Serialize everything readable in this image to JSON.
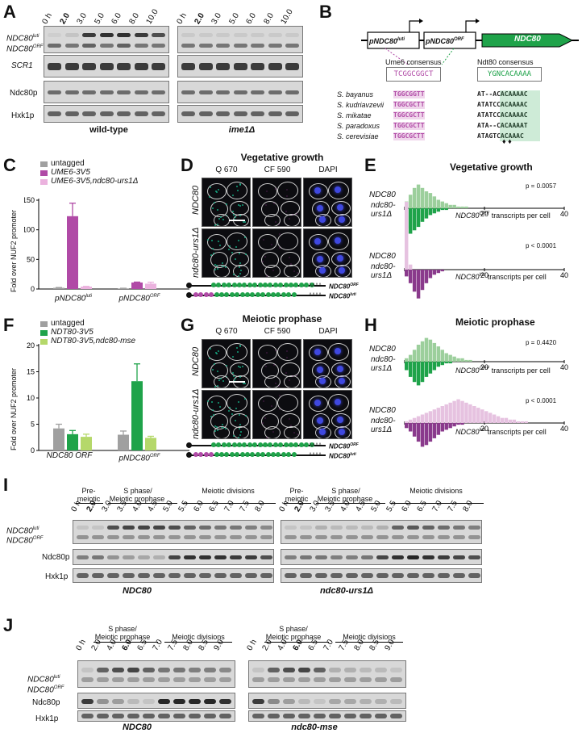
{
  "panels": {
    "a": "A",
    "b": "B",
    "c": "C",
    "d": "D",
    "e": "E",
    "f": "F",
    "g": "G",
    "h": "H",
    "i": "I",
    "j": "J"
  },
  "panelA": {
    "timepoints": [
      "0 h",
      "2.0",
      "3.0",
      "5.0",
      "6.0",
      "8.0",
      "10.0"
    ],
    "row_luti": "NDC80",
    "row_luti_sup": "luti",
    "row_orf": "NDC80",
    "row_orf_sup": "ORF",
    "row_scr1": "SCR1",
    "row_ndc80p": "Ndc80p",
    "row_hxk1p": "Hxk1p",
    "strain_wt": "wild-type",
    "strain_ime1": "ime1Δ"
  },
  "panelB": {
    "prom_luti": "pNDC80",
    "prom_luti_sup": "luti",
    "prom_orf": "pNDC80",
    "prom_orf_sup": "ORF",
    "gene": "NDC80",
    "ume6_title": "Ume6 consensus",
    "ume6_seq": "TCGGCGGCT",
    "ndt80_title": "Ndt80 consensus",
    "ndt80_seq": "YGNCACAAAA",
    "species": [
      "S. bayanus",
      "S. kudriavzevii",
      "S. mikatae",
      "S. paradoxus",
      "S. cerevisiae"
    ],
    "ume6_seqs": [
      "TGGCGGTT",
      "TGGCGCTT",
      "TGGCGCTT",
      "TGGCGCTT",
      "TGGCGCTT"
    ],
    "ndt80_seqs": [
      "AT--ACACAAAAC",
      "ATATCCACAAAAC",
      "ATATCCACAAAAC",
      "ATA--CACAAAAT",
      "ATAGTCACAAAC"
    ],
    "diamonds": "♦ ♦"
  },
  "panelC": {
    "ylabel": "Fold over NUF2 promoter",
    "legend": [
      "untagged",
      "UME6-3V5",
      "UME6-3V5,ndc80-urs1Δ"
    ],
    "colors": [
      "#a0a0a0",
      "#b04aa6",
      "#ebb2de"
    ],
    "chart_data": {
      "type": "bar",
      "categories": [
        "pNDC80luti",
        "pNDC80ORF"
      ],
      "series": [
        {
          "name": "untagged",
          "values": [
            2,
            1
          ],
          "err": [
            0.5,
            0.3
          ]
        },
        {
          "name": "UME6-3V5",
          "values": [
            123,
            11
          ],
          "err": [
            22,
            0.7
          ]
        },
        {
          "name": "UME6-3V5,ndc80-urs1Δ",
          "values": [
            4,
            9
          ],
          "err": [
            0.5,
            2.5
          ]
        }
      ],
      "yticks": [
        "0",
        "50",
        "100",
        "150"
      ],
      "ylim": [
        0,
        150
      ]
    },
    "cat1": "pNDC80",
    "cat1_sup": "luti",
    "cat2": "pNDC80",
    "cat2_sup": "ORF"
  },
  "panelD": {
    "title": "Vegetative growth",
    "cols": [
      "Q 670",
      "CF 590",
      "DAPI"
    ],
    "rows": [
      "NDC80",
      "ndc80-urs1Δ"
    ],
    "orf_label": "NDC80",
    "orf_sup": "ORF",
    "luti_label": "NDC80",
    "luti_sup": "luti",
    "polyA": "AAAA"
  },
  "panelE": {
    "title": "Vegetative growth",
    "row1_top": "NDC80",
    "row1_bot": "ndc80-",
    "row1_bot2": "urs1Δ",
    "p1": "p = 0.0057",
    "axis1": "NDC80",
    "axis1_sup": "ORF",
    "axis_suffix": " transcripts per cell",
    "p2": "p < 0.0001",
    "axis2": "NDC80",
    "axis2_sup": "luti",
    "ticks": [
      "0",
      "20",
      "40"
    ],
    "chart_data": {
      "type": "bar",
      "x_range": [
        0,
        40
      ],
      "orf_wt": [
        4,
        8,
        12,
        14,
        12,
        10,
        9,
        7,
        5,
        4,
        3,
        2,
        2,
        1,
        1,
        1
      ],
      "orf_mut": [
        12,
        15,
        13,
        11,
        8,
        6,
        4,
        3,
        2,
        1,
        1
      ],
      "luti_wt": [
        40,
        3
      ],
      "luti_mut": [
        4,
        8,
        13,
        17,
        12,
        8,
        5,
        3,
        2,
        1
      ]
    }
  },
  "panelF": {
    "ylabel": "Fold over NUF2 promoter",
    "legend": [
      "untagged",
      "NDT80-3V5",
      "NDT80-3V5,ndc80-mse"
    ],
    "colors": [
      "#a0a0a0",
      "#1fa34a",
      "#b5d86a"
    ],
    "chart_data": {
      "type": "bar",
      "categories": [
        "NDC80 ORF",
        "pNDC80ORF"
      ],
      "series": [
        {
          "name": "untagged",
          "values": [
            4.2,
            3.0
          ],
          "err": [
            0.8,
            0.7
          ]
        },
        {
          "name": "NDT80-3V5",
          "values": [
            3.1,
            13.2
          ],
          "err": [
            0.7,
            3.3
          ]
        },
        {
          "name": "NDT80-3V5,ndc80-mse",
          "values": [
            2.6,
            2.4
          ],
          "err": [
            0.5,
            0.3
          ]
        }
      ],
      "yticks": [
        "0",
        "5",
        "10",
        "15",
        "20"
      ],
      "ylim": [
        0,
        20
      ]
    },
    "cat1": "NDC80 ORF",
    "cat2": "pNDC80",
    "cat2_sup": "ORF"
  },
  "panelG": {
    "title": "Meiotic prophase",
    "cols": [
      "Q 670",
      "CF 590",
      "DAPI"
    ],
    "rows": [
      "NDC80",
      "ndc80-urs1Δ"
    ],
    "orf_label": "NDC80",
    "orf_sup": "ORF",
    "luti_label": "NDC80",
    "luti_sup": "luti",
    "polyA": "AAAA"
  },
  "panelH": {
    "title": "Meiotic prophase",
    "row_top": "NDC80",
    "row_bot": "ndc80-",
    "row_bot2": "urs1Δ",
    "p1": "p = 0.4420",
    "axis1": "NDC80",
    "axis1_sup": "ORF",
    "axis_suffix": " transcripts per cell",
    "p2": "p < 0.0001",
    "axis2": "NDC80",
    "axis2_sup": "luti",
    "ticks": [
      "0",
      "20",
      "40"
    ],
    "chart_data": {
      "type": "bar",
      "x_range": [
        0,
        40
      ],
      "orf_wt": [
        2,
        4,
        7,
        10,
        12,
        14,
        13,
        11,
        9,
        7,
        5,
        4,
        3,
        2,
        2,
        1,
        1
      ],
      "orf_mut": [
        5,
        9,
        12,
        14,
        12,
        9,
        7,
        5,
        3,
        2,
        1,
        1
      ],
      "luti_wt": [
        1,
        2,
        3,
        4,
        5,
        6,
        7,
        8,
        9,
        10,
        11,
        12,
        13,
        14,
        13,
        12,
        11,
        10,
        9,
        8,
        7,
        6,
        5,
        4,
        3,
        3,
        2,
        2,
        1,
        1,
        1
      ],
      "luti_mut": [
        3,
        5,
        8,
        11,
        14,
        13,
        11,
        9,
        7,
        5,
        4,
        3,
        2,
        1,
        1
      ]
    }
  },
  "panelI": {
    "phases": [
      "Pre-\nmeiotic",
      "S phase/\nMeiotic prophase",
      "Meiotic divisions"
    ],
    "phase1": "Pre-",
    "phase1b": "meiotic",
    "phase2": "S phase/",
    "phase2b": "Meiotic prophase",
    "phase3": "Meiotic divisions",
    "timepoints": [
      "0 h",
      "2.0",
      "3.0",
      "3.5",
      "4.0",
      "4.5",
      "5.0",
      "5.5",
      "6.0",
      "6.5",
      "7.0",
      "7.5",
      "8.0"
    ],
    "row_luti": "NDC80",
    "row_luti_sup": "luti",
    "row_orf": "NDC80",
    "row_orf_sup": "ORF",
    "row_ndc80p": "Ndc80p",
    "row_hxk1p": "Hxk1p",
    "strain1": "NDC80",
    "strain2": "ndc80-urs1Δ"
  },
  "panelJ": {
    "phase1": "S phase/",
    "phase1b": "Meiotic prophase",
    "phase2": "Meiotic divisions",
    "timepoints": [
      "0 h",
      "2.0",
      "4.0",
      "6.0",
      "6.5",
      "7.0",
      "7.5",
      "8.0",
      "8.5",
      "9.0"
    ],
    "row_luti": "NDC80",
    "row_luti_sup": "luti",
    "row_orf": "NDC80",
    "row_orf_sup": "ORF",
    "row_ndc80p": "Ndc80p",
    "row_hxk1p": "Hxk1p",
    "strain1": "NDC80",
    "strain2": "ndc80-mse"
  }
}
